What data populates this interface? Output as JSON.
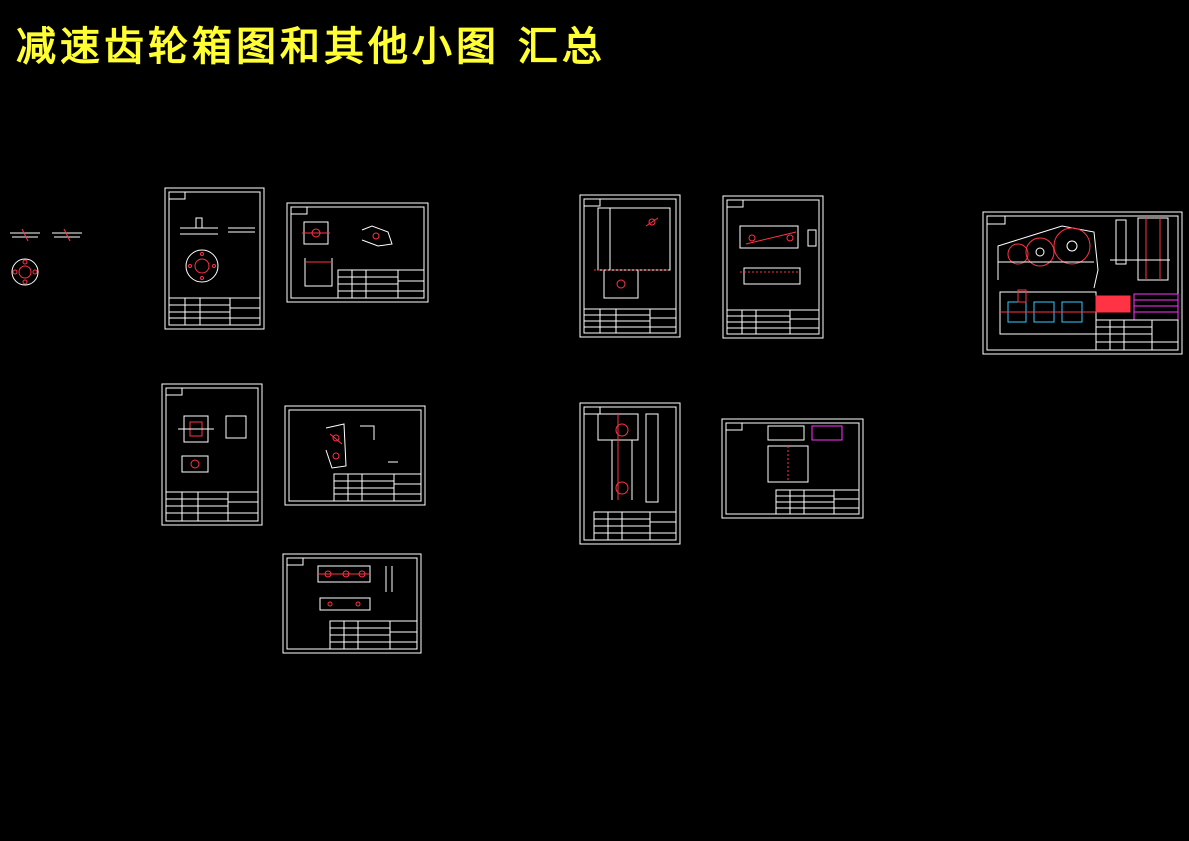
{
  "page_title": "减速齿轮箱图和其他小图 汇总",
  "colors": {
    "background": "#000000",
    "title": "#ffff33",
    "line": "#ffffff",
    "accent": "#ff3344",
    "magenta": "#ff33ff",
    "cyan": "#33ccff"
  },
  "sheets": [
    {
      "id": "sheet-flange-parts",
      "kind": "portrait",
      "detail": "flange"
    },
    {
      "id": "sheet-angle-bracket",
      "kind": "landscape",
      "detail": "bracket"
    },
    {
      "id": "sheet-housing-block",
      "kind": "portrait",
      "detail": "block"
    },
    {
      "id": "sheet-clamp-arm",
      "kind": "landscape",
      "detail": "clamp"
    },
    {
      "id": "sheet-base-plate",
      "kind": "landscape",
      "detail": "plate"
    },
    {
      "id": "sheet-tall-lever",
      "kind": "portrait",
      "detail": "lever"
    },
    {
      "id": "sheet-slotted-bar",
      "kind": "portrait",
      "detail": "bar"
    },
    {
      "id": "sheet-long-link",
      "kind": "portrait",
      "detail": "link"
    },
    {
      "id": "sheet-square-cover",
      "kind": "landscape",
      "detail": "cover"
    },
    {
      "id": "sheet-gearbox-assembly",
      "kind": "landscape",
      "detail": "gearbox"
    }
  ]
}
